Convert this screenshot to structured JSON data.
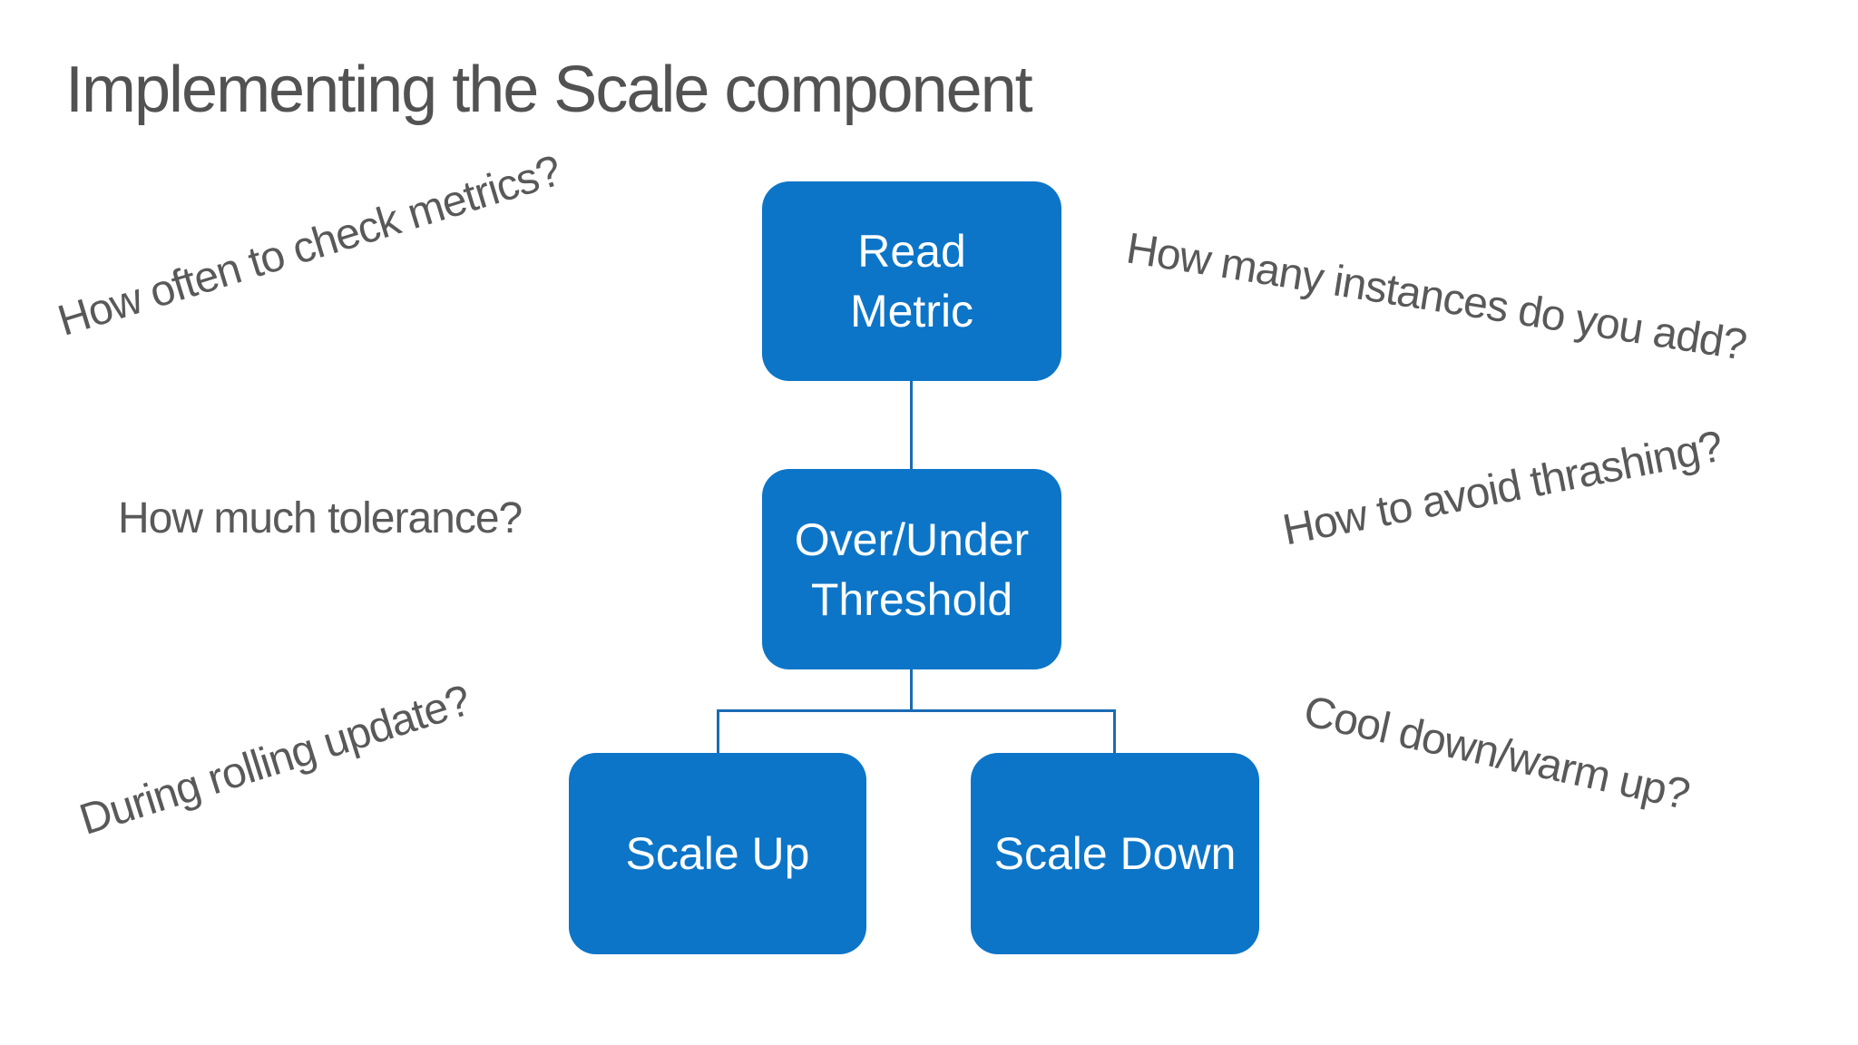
{
  "slide": {
    "title": "Implementing the Scale component"
  },
  "diagram": {
    "nodes": [
      {
        "id": "read-metric",
        "label": "Read\nMetric"
      },
      {
        "id": "over-under-threshold",
        "label": "Over/Under\nThreshold"
      },
      {
        "id": "scale-up",
        "label": "Scale Up"
      },
      {
        "id": "scale-down",
        "label": "Scale Down"
      }
    ],
    "edges": [
      {
        "from": "read-metric",
        "to": "over-under-threshold"
      },
      {
        "from": "over-under-threshold",
        "to": "scale-up"
      },
      {
        "from": "over-under-threshold",
        "to": "scale-down"
      }
    ],
    "colors": {
      "node_fill": "#0c75c8",
      "node_text": "#ffffff",
      "connector": "#1b6bb3"
    }
  },
  "annotations": [
    {
      "id": "check-metrics",
      "text": "How often to check metrics?"
    },
    {
      "id": "instances-add",
      "text": "How many instances do you add?"
    },
    {
      "id": "tolerance",
      "text": "How much tolerance?"
    },
    {
      "id": "thrashing",
      "text": "How to avoid thrashing?"
    },
    {
      "id": "rolling-update",
      "text": "During rolling update?"
    },
    {
      "id": "cooldown",
      "text": "Cool down/warm up?"
    }
  ],
  "colors": {
    "background": "#ffffff",
    "title_text": "#525252",
    "annotation_text": "#595959"
  }
}
